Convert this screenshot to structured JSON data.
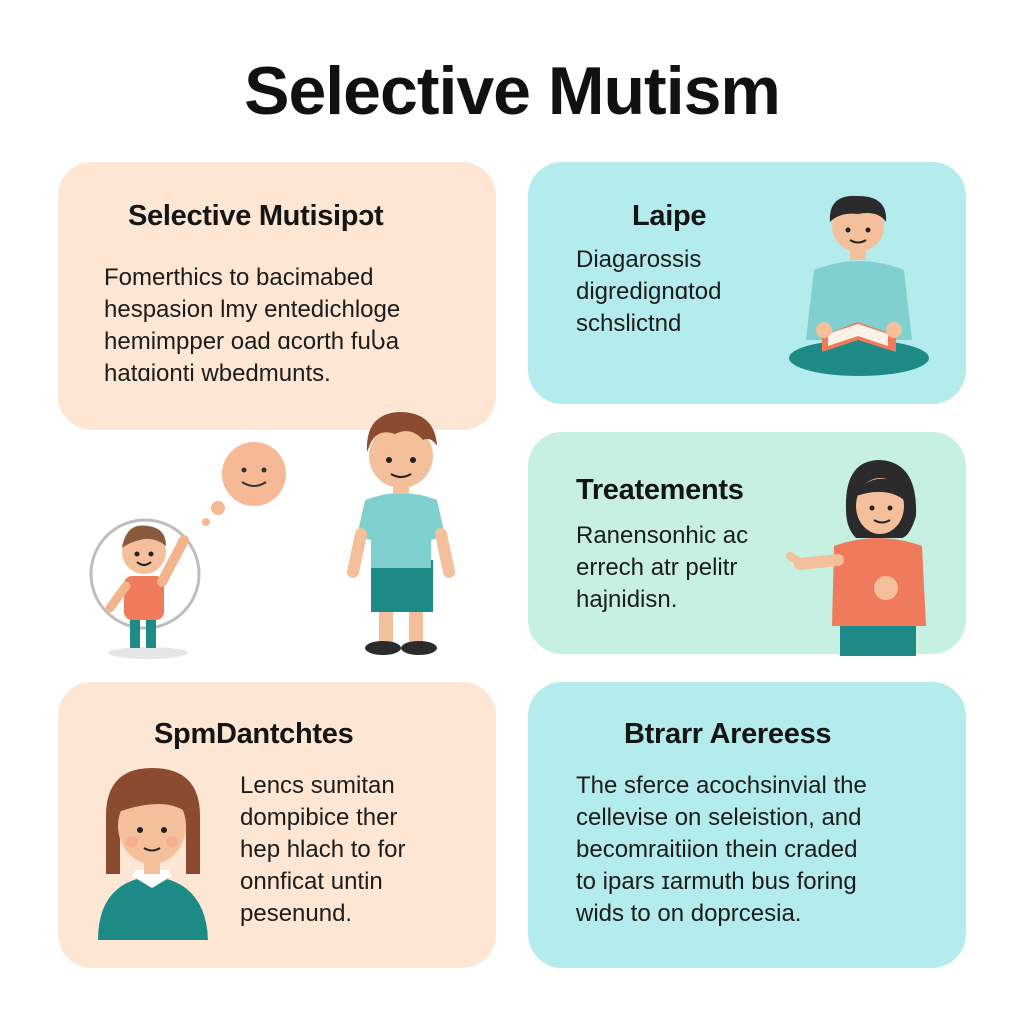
{
  "title": "Selective Mutism",
  "cards": [
    {
      "heading": "Selective Mutisipɔt",
      "lines": [
        "Fomerthics to bacimabed",
        "hespasion lmy entedichloge",
        "hemimpper oad ɑcorth fuႱa",
        "hatɑionti wbedmunts."
      ]
    },
    {
      "heading": "Laipe",
      "lines": [
        "Diagarossis",
        "digredignɑtod",
        "schslictnd"
      ]
    },
    {
      "heading": "Treatements",
      "lines": [
        "Ranensonhic ac",
        "errech atr pelitr",
        "hajnidisn."
      ]
    },
    {
      "heading": "SpmDantchtes",
      "lines": [
        "Lencs sumitan",
        "dompibice ther",
        "hep hlach to for",
        "onnficat untin",
        "pesenund."
      ]
    },
    {
      "heading": "Btrarr Arereess",
      "lines": [
        "The sferce acochsinvial the",
        "cellevise on seleistion, and",
        "becomraitiion thein craded",
        "to ipars ɪarmuth bus foring",
        "wids to on doprcesia."
      ]
    }
  ],
  "colors": {
    "peach": "#fde6d3",
    "aqua": "#b4ebec",
    "mint": "#c6f0e2",
    "teal": "#1e8a86",
    "coral": "#f07a5c"
  },
  "illustrations": [
    "child-in-bubble",
    "thought-face",
    "standing-boy",
    "reading-child",
    "gesturing-woman",
    "girl-portrait"
  ]
}
